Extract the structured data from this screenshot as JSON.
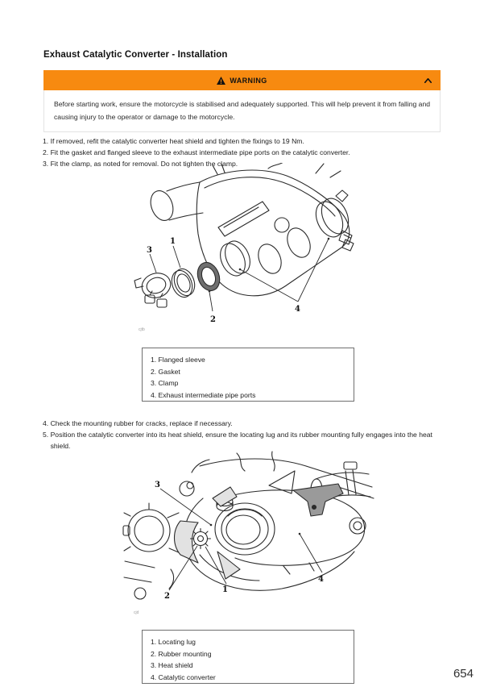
{
  "page": {
    "title": "Exhaust Catalytic Converter - Installation",
    "page_number": "654"
  },
  "colors": {
    "warning_orange": "#F78A10",
    "line_art": "#2b2b2b"
  },
  "warning": {
    "icon": "warning-triangle-icon",
    "label": "WARNING",
    "collapse_icon": "chevron-up-icon",
    "body": "Before starting work, ensure the motorcycle is stabilised and adequately supported. This will help prevent it from falling and causing injury to the operator or damage to the motorcycle."
  },
  "steps_a": [
    {
      "num": "1. ",
      "text": "If removed, refit the catalytic converter heat shield and tighten the fixings to 19 Nm."
    },
    {
      "num": "2. ",
      "text": "Fit the gasket and flanged sleeve to the exhaust intermediate pipe ports on the catalytic converter."
    },
    {
      "num": "3. ",
      "text": "Fit the clamp, as noted for removal. Do not tighten the clamp."
    }
  ],
  "steps_b": [
    {
      "num": "4. ",
      "text": "Check the mounting rubber for cracks, replace if necessary."
    },
    {
      "num": "5. ",
      "text": "Position the catalytic converter into its heat shield, ensure the locating lug and its rubber mounting fully engages into the heat shield."
    }
  ],
  "figure1": {
    "description": "exploded-view-catalytic-converter-clamp-gasket-sleeve",
    "code": "cjtb",
    "callouts": {
      "c1": "1",
      "c2": "2",
      "c3": "3",
      "c4": "4"
    },
    "legend": [
      "1. Flanged sleeve",
      "2. Gasket",
      "3. Clamp",
      "4. Exhaust intermediate pipe ports"
    ]
  },
  "figure2": {
    "description": "catalytic-converter-heat-shield-assembly-view",
    "code": "cjd",
    "callouts": {
      "c1": "1",
      "c2": "2",
      "c3": "3",
      "c4": "4"
    },
    "legend": [
      "1. Locating lug",
      "2. Rubber mounting",
      "3. Heat shield",
      "4. Catalytic converter"
    ]
  }
}
